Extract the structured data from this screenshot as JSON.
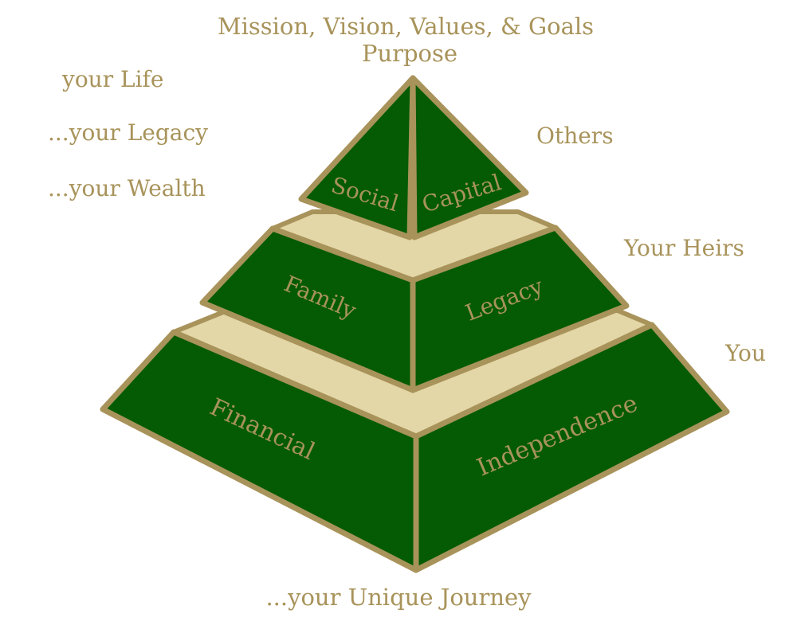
{
  "header": {
    "line1": "Mission, Vision, Values, & Goals",
    "line2": "Purpose"
  },
  "left_labels": [
    "your Life",
    "...your Legacy",
    "...your Wealth"
  ],
  "right_labels": {
    "top": "Others",
    "middle": "Your Heirs",
    "bottom": "You"
  },
  "tiers": {
    "top": {
      "left": "Social",
      "right": "Capital"
    },
    "middle": {
      "left": "Family",
      "right": "Legacy"
    },
    "bottom": {
      "left": "Financial",
      "right": "Independence"
    }
  },
  "footer": "...your Unique Journey",
  "colors": {
    "face": "#045b04",
    "ledge": "#e3d7a8",
    "gold": "#a8935a"
  }
}
